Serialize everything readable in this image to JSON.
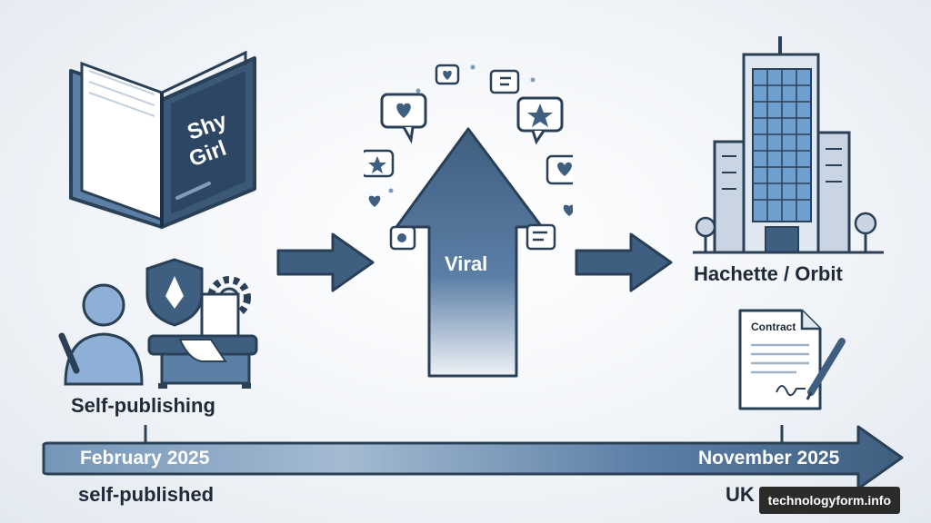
{
  "book": {
    "title_line1": "Shy",
    "title_line2": "Girl"
  },
  "stages": {
    "self_publishing": "Self-publishing",
    "viral": "Viral",
    "publisher": "Hachette / Orbit"
  },
  "contract": {
    "title": "Contract"
  },
  "timeline": {
    "start_date": "February 2025",
    "start_note": "self-published",
    "end_date": "November 2025",
    "end_note": "UK release"
  },
  "watermark": "technologyform.info",
  "colors": {
    "primary": "#3f5f80",
    "dark": "#2a4057",
    "light": "#a9bdd3",
    "accent_glass": "#6f9fcf"
  }
}
